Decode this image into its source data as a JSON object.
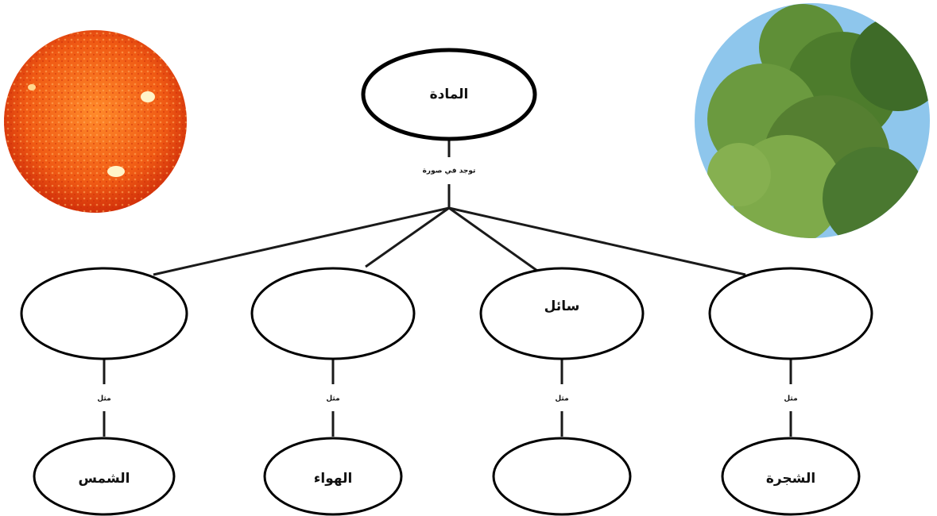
{
  "colors": {
    "sun_core": "#ff6a1a",
    "sun_edge": "#d92b0a",
    "sky": "#8ec6ec",
    "tree_dark": "#3e6b28",
    "tree_light": "#7eaa4a"
  },
  "images": {
    "sun_icon": "sun-photo",
    "tree_icon": "pine-tree-photo"
  },
  "root": {
    "label": "المادة"
  },
  "root_link": {
    "label": "توجد في صورة"
  },
  "states": [
    {
      "label": ""
    },
    {
      "label": ""
    },
    {
      "label": "سائل"
    },
    {
      "label": ""
    }
  ],
  "example_link": {
    "label": "مثل"
  },
  "examples": [
    {
      "label": "الشمس"
    },
    {
      "label": "الهواء"
    },
    {
      "label": ""
    },
    {
      "label": "الشجرة"
    }
  ]
}
